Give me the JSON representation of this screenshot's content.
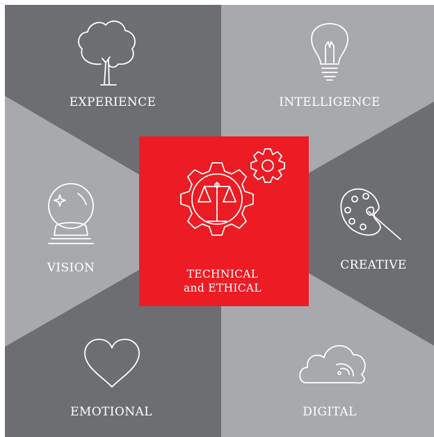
{
  "center": {
    "title_line1": "TECHNICAL",
    "title_line2": "and ETHICAL",
    "icon": "gear-scales-icon",
    "color": "#ED1C24"
  },
  "segments": [
    {
      "id": "experience",
      "label": "EXPERIENCE",
      "icon": "tree-icon",
      "color": "#6D6E71"
    },
    {
      "id": "intelligence",
      "label": "INTELLIGENCE",
      "icon": "lightbulb-icon",
      "color": "#A7A9AC"
    },
    {
      "id": "creative",
      "label": "CREATIVE",
      "icon": "palette-icon",
      "color": "#6D6E71"
    },
    {
      "id": "digital",
      "label": "DIGITAL",
      "icon": "cloud-icon",
      "color": "#A7A9AC"
    },
    {
      "id": "emotional",
      "label": "EMOTIONAL",
      "icon": "heart-icon",
      "color": "#6D6E71"
    },
    {
      "id": "vision",
      "label": "VISION",
      "icon": "crystal-ball-icon",
      "color": "#A7A9AC"
    }
  ],
  "colors": {
    "dark_gray": "#6D6E71",
    "light_gray": "#A7A9AC",
    "line": "#FFFFFF"
  }
}
